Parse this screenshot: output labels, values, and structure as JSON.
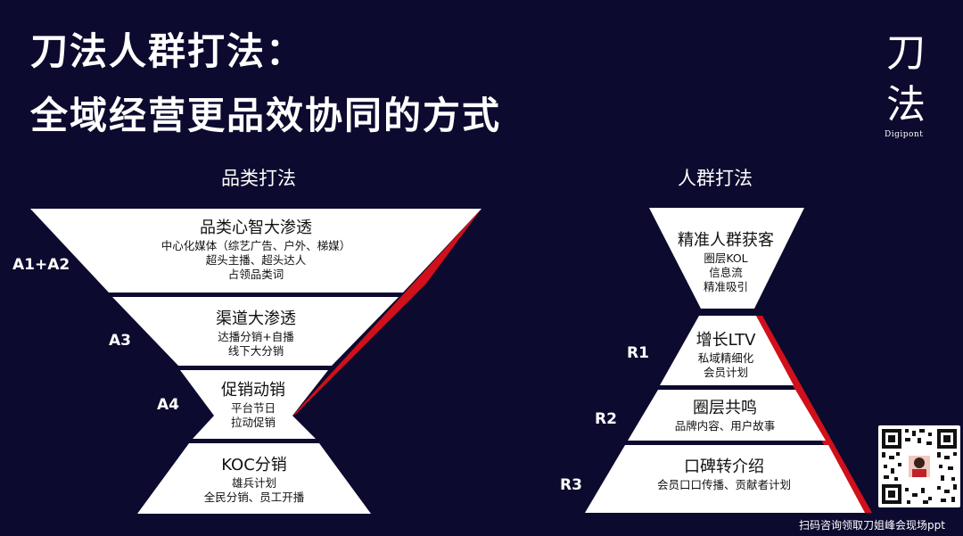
{
  "title": {
    "line1": "刀法人群打法：",
    "line2": "全域经营更品效协同的方式"
  },
  "logo": {
    "char1": "刀",
    "char2": "法",
    "en": "Digipont"
  },
  "category_section": {
    "title": "品类打法",
    "blocks": [
      {
        "heading": "品类心智大渗透",
        "lines": [
          "中心化媒体（综艺广告、户外、梯媒）",
          "超头主播、超头达人",
          "占领品类词"
        ]
      },
      {
        "heading": "渠道大渗透",
        "lines": [
          "达播分销+自播",
          "线下大分销"
        ]
      },
      {
        "heading": "促销动销",
        "lines": [
          "平台节日",
          "拉动促销"
        ]
      },
      {
        "heading": "KOC分销",
        "lines": [
          "雄兵计划",
          "全民分销、员工开播"
        ]
      }
    ],
    "side_labels": [
      "A1+A2",
      "A3",
      "A4"
    ]
  },
  "crowd_section": {
    "title": "人群打法",
    "blocks": [
      {
        "heading": "精准人群获客",
        "lines": [
          "圈层KOL",
          "信息流",
          "精准吸引"
        ]
      },
      {
        "heading": "增长LTV",
        "lines": [
          "私域精细化",
          "会员计划"
        ]
      },
      {
        "heading": "圈层共鸣",
        "lines": [
          "品牌内容、用户故事"
        ]
      },
      {
        "heading": "口碑转介绍",
        "lines": [
          "会员口口传播、贡献者计划"
        ]
      }
    ],
    "side_labels": [
      "R1",
      "R2",
      "R3"
    ]
  },
  "qr_caption": "扫码咨询领取刀姐峰会现场ppt",
  "colors": {
    "background": "#0c0a2e",
    "block": "#ffffff",
    "accent": "#d0101a"
  }
}
